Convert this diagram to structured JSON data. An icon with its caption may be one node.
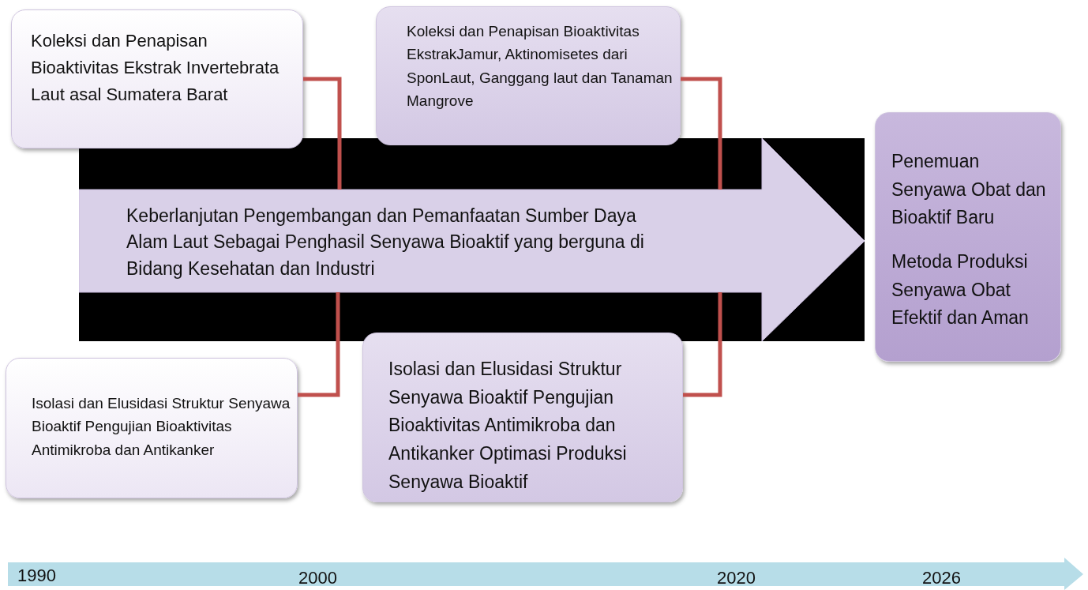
{
  "diagram": {
    "nodes": [
      {
        "text": [
          "Koleksi dan Penapisan Bioaktivitas Ekstrak Invertebrata Laut asal Sumatera Barat"
        ]
      },
      {
        "text": [
          "Koleksi dan Penapisan Bioaktivitas EkstrakJamur, Aktinomisetes dari SponLaut, Ganggang laut dan Tanaman Mangrove"
        ]
      },
      {
        "text": [
          "Keberlanjutan Pengembangan dan Pemanfaatan Sumber Daya Alam Laut Sebagai Penghasil Senyawa Bioaktif yang berguna di Bidang Kesehatan dan Industri"
        ]
      },
      {
        "text": [
          "Penemuan Senyawa Obat dan Bioaktif Baru",
          "Metoda Produksi Senyawa Obat Efektif dan Aman"
        ]
      },
      {
        "text": [
          "Isolasi dan Elusidasi Struktur Senyawa Bioaktif Pengujian Bioaktivitas Antimikroba dan Antikanker"
        ]
      },
      {
        "text": [
          "Isolasi dan Elusidasi Struktur Senyawa Bioaktif Pengujian Bioaktivitas Antimikroba dan Antikanker Optimasi Produksi Senyawa Bioaktif"
        ]
      }
    ],
    "edges": [
      {
        "from": 0,
        "to": 2,
        "arrow": "none"
      },
      {
        "from": 1,
        "to": 2,
        "arrow": "none"
      },
      {
        "from": 4,
        "to": 2,
        "arrow": "none"
      },
      {
        "from": 5,
        "to": 2,
        "arrow": "none"
      }
    ],
    "labels": [
      "1990",
      "2000",
      "2020",
      "2026"
    ]
  }
}
